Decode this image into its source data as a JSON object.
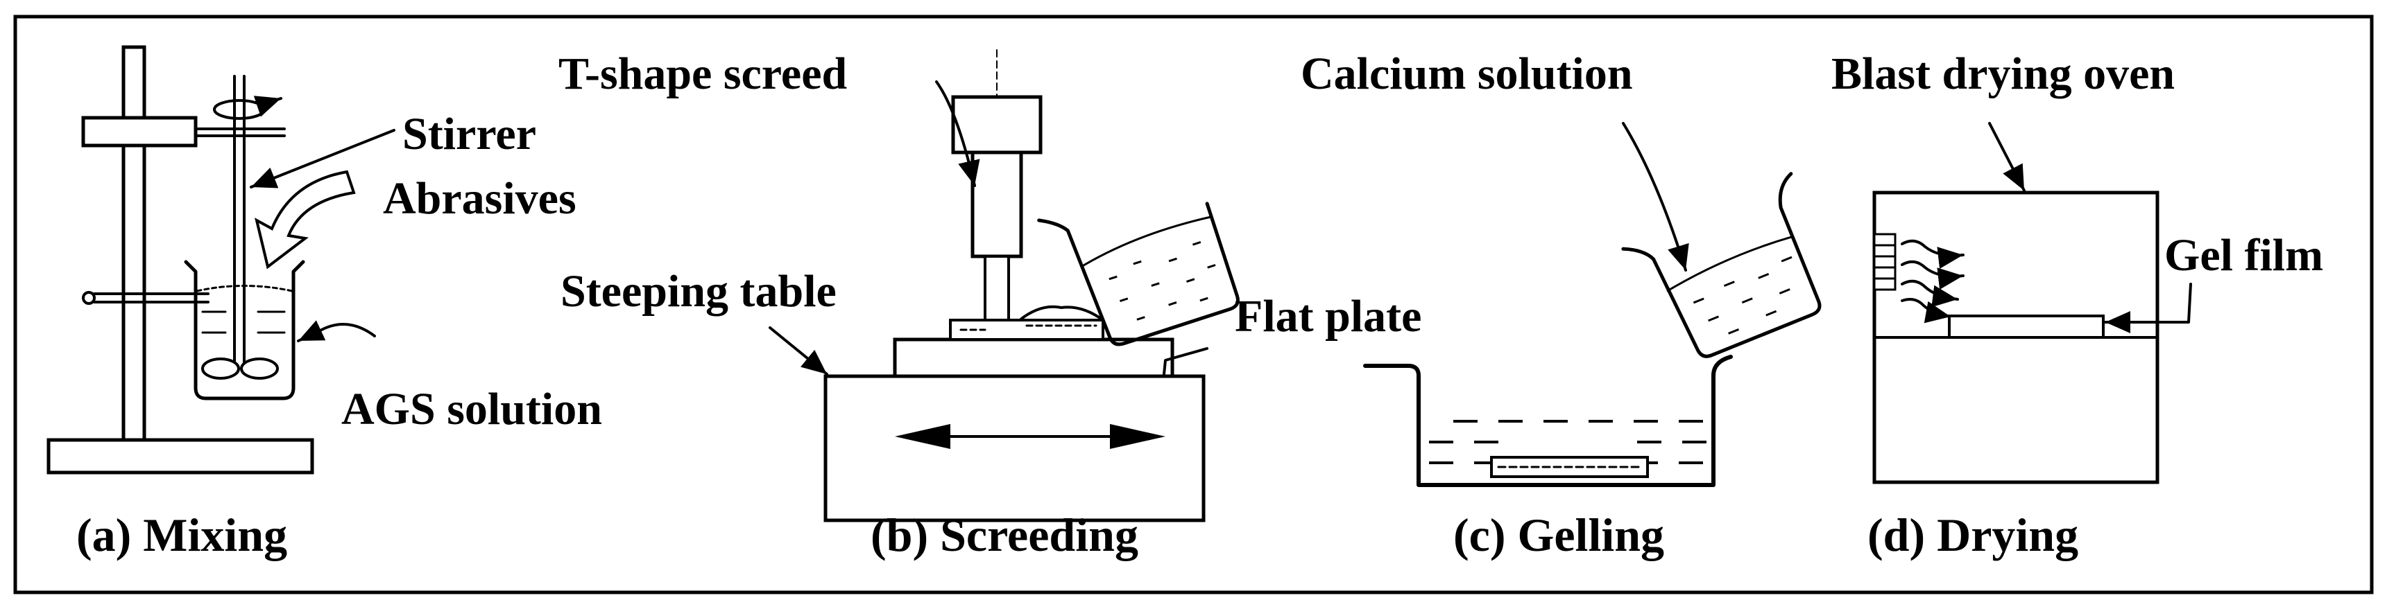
{
  "panels": {
    "mixing": {
      "caption": "(a) Mixing",
      "labels": {
        "stirrer": "Stirrer",
        "abrasives": "Abrasives",
        "solution": "AGS solution"
      }
    },
    "screeding": {
      "caption": "(b) Screeding",
      "labels": {
        "screed": "T-shape screed",
        "table": "Steeping table",
        "plate": "Flat plate"
      }
    },
    "gelling": {
      "caption": "(c) Gelling",
      "labels": {
        "calcium": "Calcium solution"
      }
    },
    "drying": {
      "caption": "(d) Drying",
      "labels": {
        "oven": "Blast drying oven",
        "film": "Gel film"
      }
    }
  },
  "colors": {
    "ink": "#000000",
    "background": "#ffffff",
    "arrow_fill": "#ffffff"
  }
}
